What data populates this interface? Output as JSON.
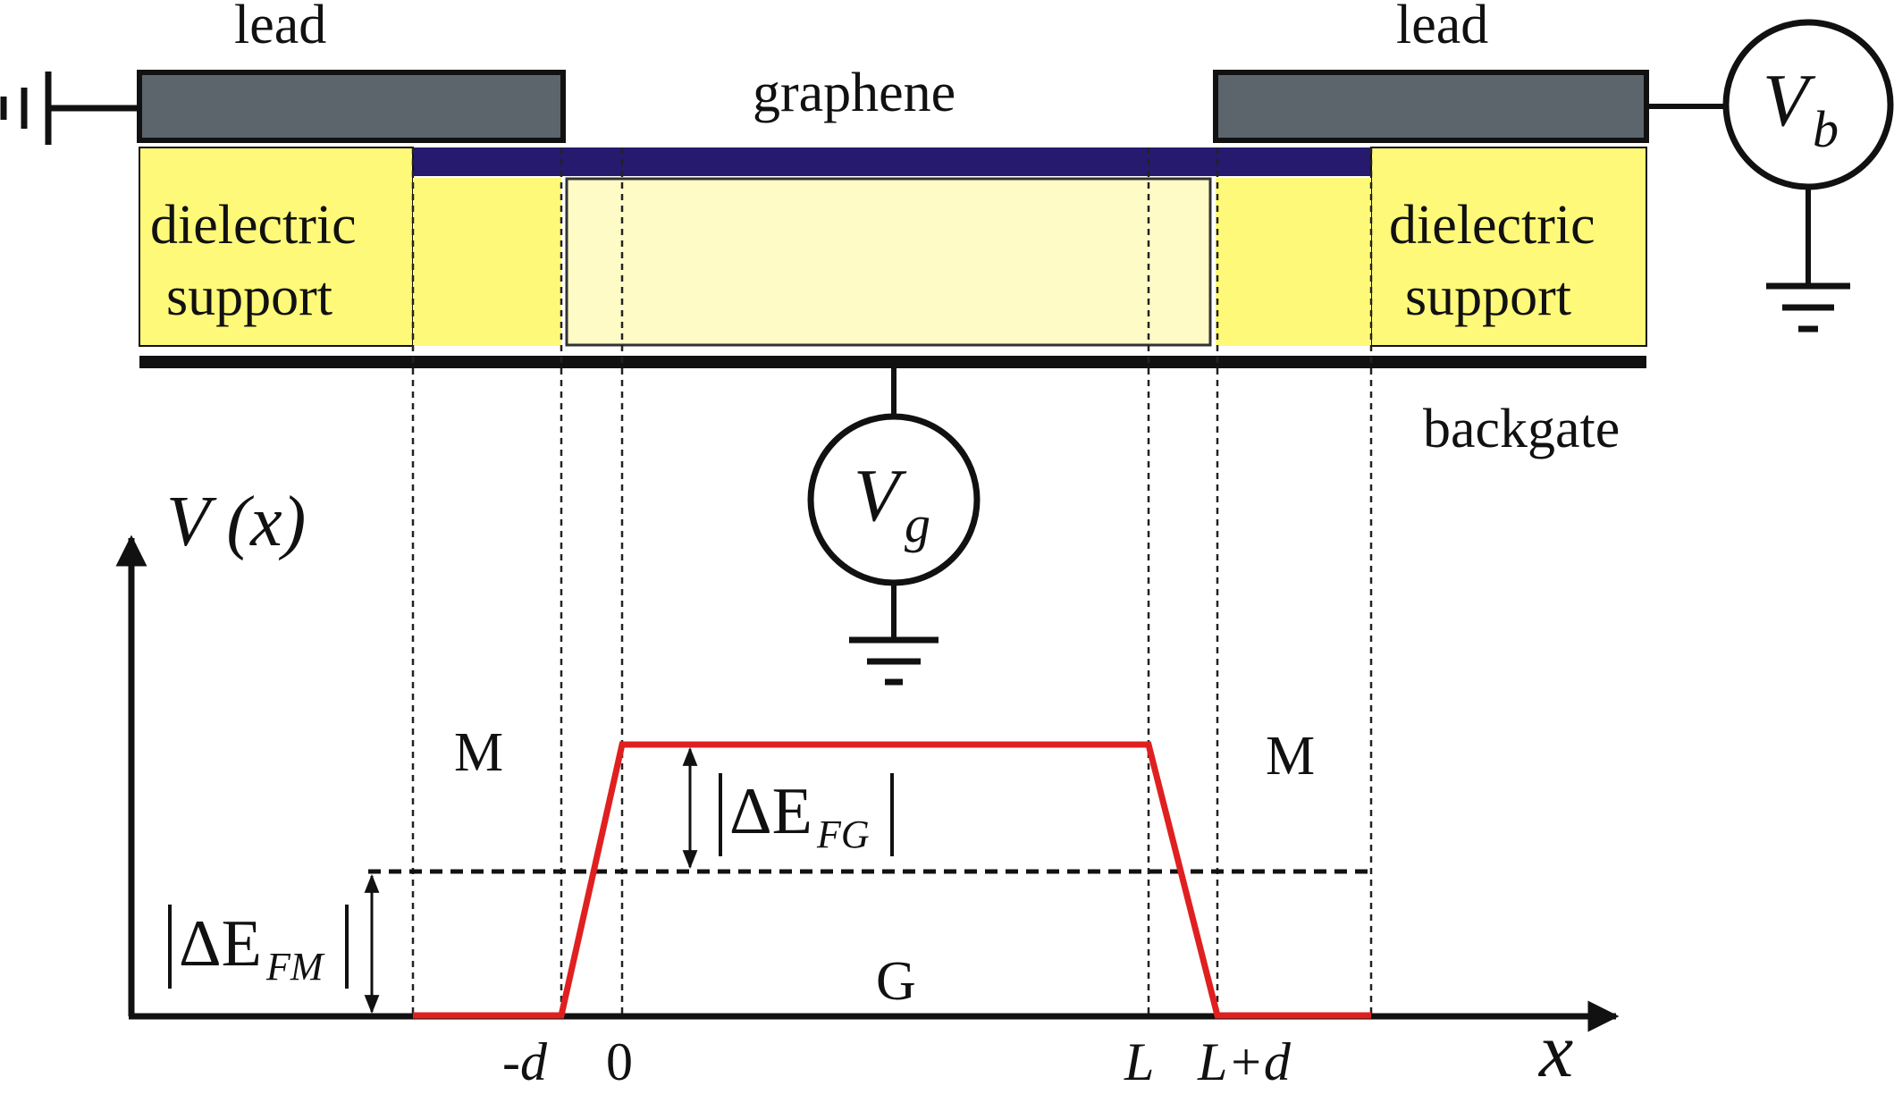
{
  "labels": {
    "lead_left": "lead",
    "lead_right": "lead",
    "graphene": "graphene",
    "dielectric_left_1": "dielectric",
    "dielectric_left_2": "support",
    "dielectric_right_1": "dielectric",
    "dielectric_right_2": "support",
    "backgate": "backgate",
    "region_m_left": "M",
    "region_m_right": "M",
    "region_g": "G"
  },
  "sources": {
    "bias": {
      "symbol": "V",
      "subscript": "b"
    },
    "gate": {
      "symbol": "V",
      "subscript": "g"
    }
  },
  "axis": {
    "y_label": "V (x)",
    "x_label": "x",
    "ticks": [
      "-d",
      "0",
      "L",
      "L+d"
    ]
  },
  "annotations": {
    "delta_fg": {
      "delta": "ΔE",
      "subscript": "FG"
    },
    "delta_fm": {
      "delta": "ΔE",
      "subscript": "FM"
    }
  },
  "colors": {
    "lead": "#5c646c",
    "graphene": "#251a6e",
    "dielectric": "#fff97a",
    "channel": "#fffbc6",
    "potential": "#e02020",
    "ink": "#111111"
  }
}
